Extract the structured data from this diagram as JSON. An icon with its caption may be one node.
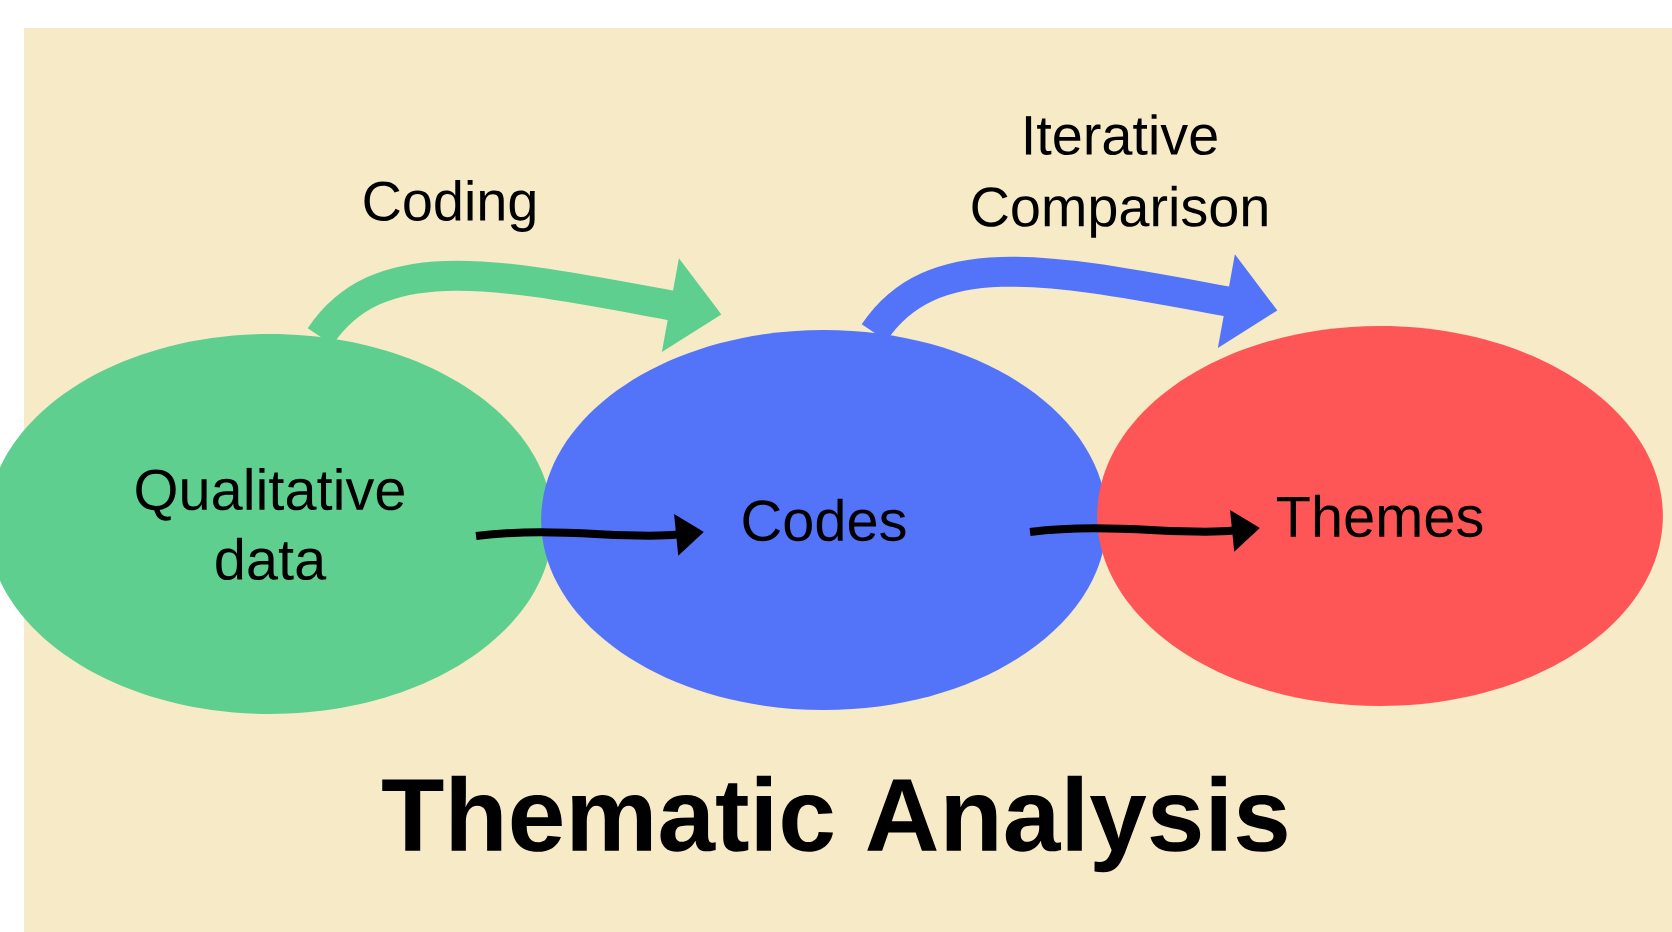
{
  "diagram": {
    "title": "Thematic Analysis",
    "nodes": [
      {
        "text": [
          "Qualitative data"
        ]
      },
      {
        "text": [
          "Codes"
        ]
      },
      {
        "text": [
          "Themes"
        ]
      }
    ],
    "edges": [
      {
        "from": 0,
        "to": 1,
        "arrow": "to",
        "label": "Coding",
        "style": "thick",
        "color": "#5fcf8f"
      },
      {
        "from": 1,
        "to": 2,
        "arrow": "to",
        "label": "Iterative Comparison",
        "style": "thick",
        "color": "#5373f9"
      },
      {
        "from": 0,
        "to": 1,
        "arrow": "to"
      },
      {
        "from": 1,
        "to": 2,
        "arrow": "to"
      }
    ]
  }
}
